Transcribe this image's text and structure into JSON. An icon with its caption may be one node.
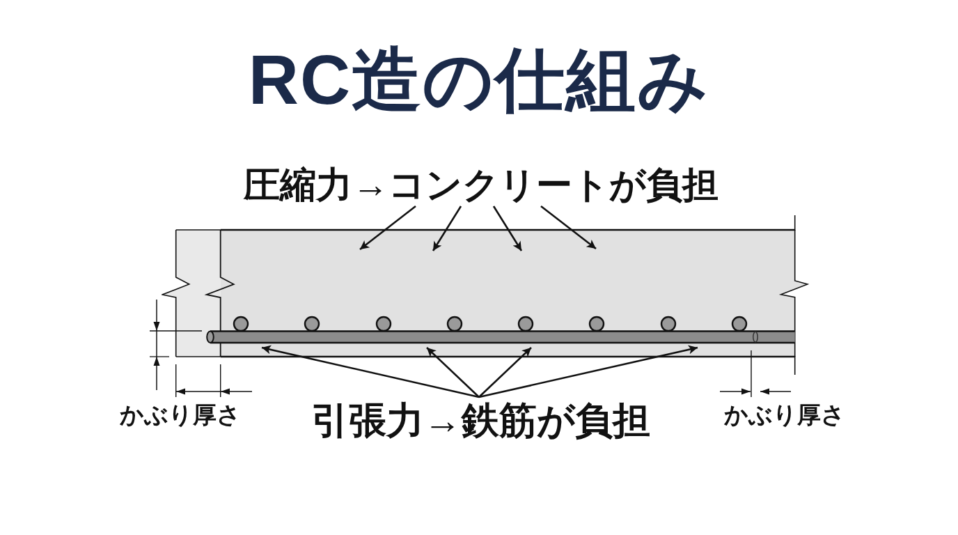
{
  "diagram": {
    "title": "RC造の仕組み",
    "nodes": [
      {
        "text": [
          "圧縮力→コンクリートが負担"
        ]
      },
      {
        "text": [],
        "shape": "box"
      },
      {
        "text": [],
        "shape": "bar",
        "in": 1
      },
      {
        "text": [
          "引張力→鉄筋が負担"
        ]
      }
    ],
    "edges": [
      {
        "from": 0,
        "to": 1,
        "arrow": "to"
      },
      {
        "from": 0,
        "to": 1,
        "arrow": "to"
      },
      {
        "from": 0,
        "to": 1,
        "arrow": "to"
      },
      {
        "from": 0,
        "to": 1,
        "arrow": "to"
      },
      {
        "from": 3,
        "to": 2,
        "arrow": "to"
      },
      {
        "from": 3,
        "to": 2,
        "arrow": "to"
      },
      {
        "from": 3,
        "to": 2,
        "arrow": "to"
      },
      {
        "from": 3,
        "to": 2,
        "arrow": "to"
      }
    ],
    "labels": [
      "かぶり厚さ",
      "かぶり厚さ"
    ]
  }
}
